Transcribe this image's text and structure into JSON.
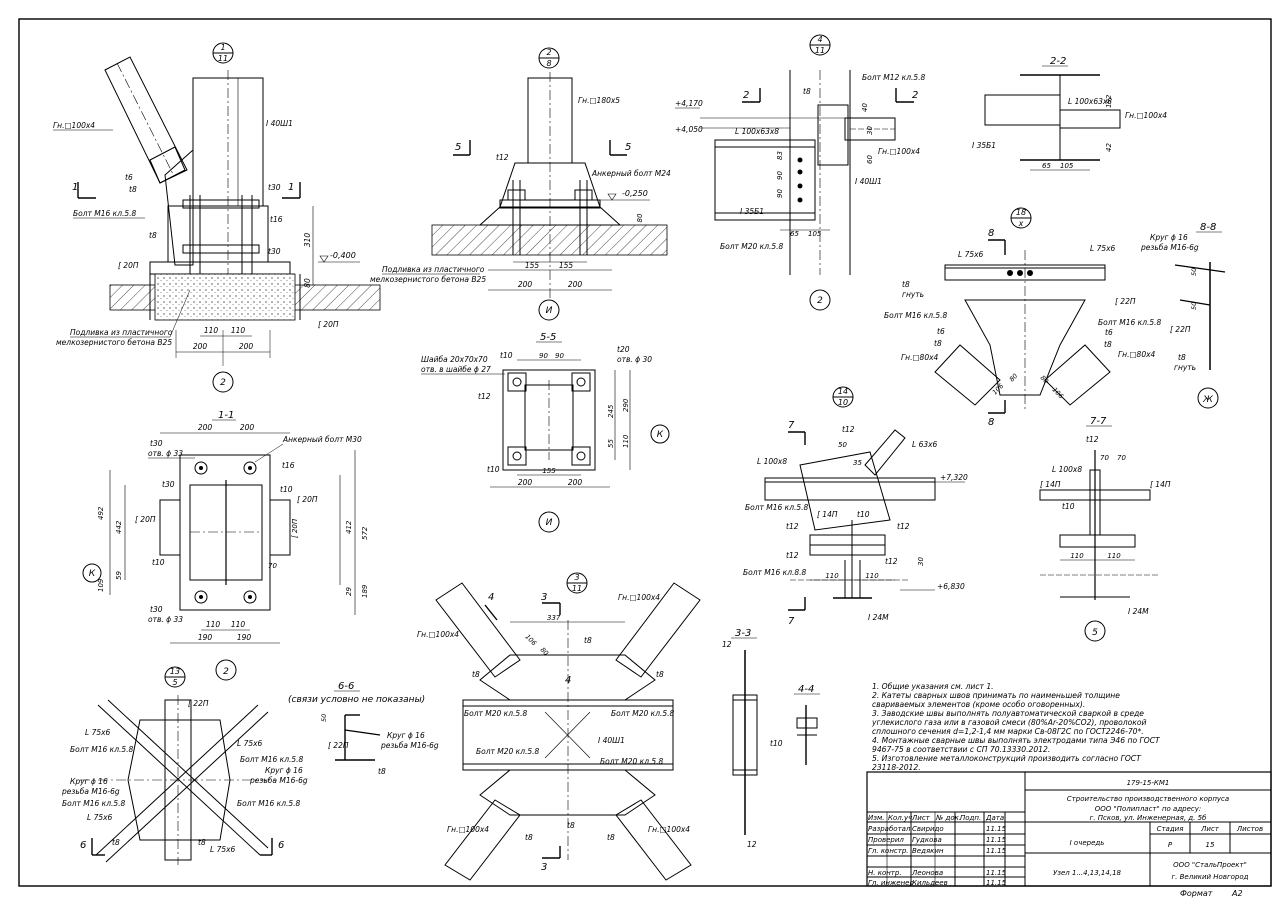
{
  "sheet": {
    "views": {
      "v1": {
        "circle_top": "1",
        "circle_bottom": "11",
        "bolt": "Болт М16 кл.5.8",
        "tube": "Гн.□100х4",
        "t6": "t6",
        "t8a": "t8",
        "t8b": "t8",
        "t30a": "t30",
        "t30b": "t30",
        "t16": "t16",
        "col": "I 40Ш1",
        "ch": "[ 20П",
        "ch2": "[ 20П",
        "grout": "Подливка из пластичного мелкозернистого бетона В25",
        "elev": "-0,400",
        "d310": "310",
        "d80": "80",
        "d200a": "200",
        "d200b": "200",
        "d110a": "110",
        "d110b": "110",
        "sec": "1",
        "node": "2"
      },
      "v2": {
        "circle_top": "2",
        "circle_bottom": "8",
        "tube": "Гн.□180х5",
        "t12": "t12",
        "anchor": "Анкерный болт М24",
        "elev": "-0,250",
        "grout": "Подливка из пластичного мелкозернистого бетона В25",
        "d155a": "155",
        "d155b": "155",
        "d200a": "200",
        "d200b": "200",
        "d80": "80",
        "sec": "5",
        "node": "И"
      },
      "v4": {
        "circle_top": "4",
        "circle_bottom": "11",
        "bolt12": "Болт М12 кл.5.8",
        "t8": "t8",
        "angle": "L 100х63х8",
        "tube": "Гн.□100х4",
        "col": "I 40Ш1",
        "beam": "I 35Б1",
        "bolt20": "Болт М20 кл.5.8",
        "e1": "+4,170",
        "e2": "+4,050",
        "d40": "40",
        "d30": "30",
        "d60": "60",
        "d90a": "90",
        "d90b": "90",
        "d83": "83",
        "d65": "65",
        "d105": "105",
        "sec": "2",
        "node": "2"
      },
      "s22": {
        "title": "2-2",
        "angle": "L 100х63х8",
        "tube": "Гн.□100х4",
        "beam": "I 35Б1",
        "d192": "192",
        "d65": "65",
        "d105": "105",
        "d42": "42"
      },
      "s11": {
        "title": "1-1",
        "t30a": "t30",
        "hole1": "отв. ϕ 33",
        "t30b": "t30",
        "hole2": "отв. ϕ 33",
        "anchor": "Анкерный болт М30",
        "t16": "t16",
        "t10a": "t10",
        "t10b": "t10",
        "ch": "[ 20П",
        "ch2": "[ 20П",
        "ch3": "[ 20П",
        "d200a": "200",
        "d200b": "200",
        "d190a": "190",
        "d190b": "190",
        "d110a": "110",
        "d110b": "110",
        "d492": "492",
        "d442": "442",
        "d572": "572",
        "d412": "412",
        "d109": "109",
        "d189": "189",
        "d59": "59",
        "d29": "29",
        "d70": "70",
        "node_k": "К",
        "node": "2"
      },
      "s55": {
        "title": "5-5",
        "washer": "Шайба 20х70х70",
        "washer_hole": "отв. в шайбе ϕ 27",
        "t20": "t20",
        "hole": "отв. ϕ 30",
        "t10": "t10",
        "t12": "t12",
        "t10b": "t10",
        "d90a": "90",
        "d90b": "90",
        "d155": "155",
        "d200a": "200",
        "d200b": "200",
        "d245": "245",
        "d290": "290",
        "d55": "55",
        "d110": "110",
        "node_k": "К",
        "node": "И"
      },
      "v18": {
        "circle_top": "18",
        "circle_bottom": "х",
        "title": "8-8",
        "s8": "8",
        "ang1": "L 75х6",
        "ang2": "L 75х6",
        "t8": "t8",
        "bend": "гнуть",
        "ch": "[ 22П",
        "bolt": "Болт М16 кл.5.8",
        "bolt2": "Болт М16 кл.5.8",
        "t6a": "t6",
        "t6b": "t6",
        "t8b": "t8",
        "t8c": "t8",
        "tube1": "Гн.□80х4",
        "tube2": "Гн.□80х4",
        "d106a": "106",
        "d106b": "106",
        "d80a": "80",
        "d80b": "80"
      },
      "s88": {
        "title": "8-8",
        "round": "Круг ϕ 16",
        "thread": "резьба М16-6g",
        "ch": "[ 22П",
        "t8": "t8",
        "bend": "гнуть",
        "d50a": "50",
        "d50b": "50",
        "node": "Ж"
      },
      "v14": {
        "circle_top": "14",
        "circle_bottom": "10",
        "t12a": "t12",
        "ang": "L 63х6",
        "ang2": "L 100х8",
        "d50": "50",
        "d35": "35",
        "e1": "+7,320",
        "bolt16": "Болт М16 кл.5.8",
        "ch": "[ 14П",
        "t10": "t10",
        "t12b": "t12",
        "t12c": "t12",
        "t12d": "t12",
        "t12e": "t12",
        "bolt88": "Болт М16 кл.8.8",
        "d110a": "110",
        "d110b": "110",
        "d30": "30",
        "e2": "+6,830",
        "beam": "I 24М",
        "sec": "7"
      },
      "s77": {
        "title": "7-7",
        "t12": "t12",
        "ang": "L 100х8",
        "d70a": "70",
        "d70b": "70",
        "ch1": "[ 14П",
        "ch2": "[ 14П",
        "t10": "t10",
        "d110a": "110",
        "d110b": "110",
        "beam": "I 24М",
        "node": "5"
      },
      "v13": {
        "circle_top": "13",
        "circle_bottom": "5",
        "ch": "[ 22П",
        "ang1": "L 75х6",
        "ang2": "L 75х6",
        "ang3": "L 75х6",
        "ang4": "L 75х6",
        "bolt1": "Болт М16 кл.5.8",
        "bolt2": "Болт М16 кл.5.8",
        "bolt3": "Болт М16 кл.5.8",
        "bolt4": "Болт М16 кл.5.8",
        "round1": "Круг ϕ 16",
        "thread1": "резьба М16-6g",
        "round2": "Круг ϕ 16",
        "thread2": "резьба М16-6g",
        "t8a": "t8",
        "t8b": "t8",
        "s6a": "6",
        "s6b": "6"
      },
      "s66": {
        "title": "6-6",
        "sub": "(связи условно не показаны)",
        "d50": "50",
        "ch": "[ 22П",
        "round": "Круг ϕ 16",
        "thread": "резьба М16-6g",
        "t8": "t8"
      },
      "v3": {
        "circle_top": "3",
        "circle_bottom": "11",
        "s3a": "3",
        "s3b": "3",
        "s4a": "4",
        "s4b": "4",
        "tube1": "Гн.□100х4",
        "tube2": "Гн.□100х4",
        "tube3": "Гн.□100х4",
        "tube4": "Гн.□100х4",
        "d337": "337",
        "d106": "106",
        "d80": "80",
        "t8a": "t8",
        "t8b": "t8",
        "t8c": "t8",
        "t8d": "t8",
        "t8e": "t8",
        "t8f": "t8",
        "bolt1": "Болт М20 кл.5.8",
        "bolt2": "Болт М20 кл.5.8",
        "bolt3": "Болт М20 кл.5.8",
        "bolt4": "Болт М20 кл.5.8",
        "beam": "I 40Ш1"
      },
      "s33": {
        "title": "3-3",
        "t12a": "12",
        "t12b": "12",
        "t10": "t10"
      },
      "s44": {
        "title": "4-4"
      }
    },
    "notes": [
      "1. Общие указания см. лист 1.",
      "2. Катеты сварных швов принимать по наименьшей толщине",
      "свариваемых элементов (кроме особо оговоренных).",
      "3. Заводские швы выполнять полуавтоматической сваркой в среде",
      "углекислого газа или в газовой смеси (80%Ar-20%CO2), проволокой",
      "сплошного сечения d=1,2-1,4  мм марки Св-08Г2С по ГОСТ2246-70*.",
      "4. Монтажные сварные швы выполнять электродами типа Э46 по ГОСТ",
      "9467-75 в соответствии с СП 70.13330.2012.",
      "5. Изготовление металлоконструкций производить согласно ГОСТ",
      "23118-2012."
    ],
    "stamp": {
      "code": "179-15-КМ1",
      "project_line1": "Строительство производственного корпуса",
      "project_line2": "ООО \"Полипласт\" по адресу:",
      "project_line3": "г. Псков, ул. Инженерная, д. 5б",
      "headers": [
        "Изм.",
        "Кол.уч",
        "Лист",
        "№ док.",
        "Подп.",
        "Дата"
      ],
      "rows": [
        {
          "role": "Разработал",
          "name": "Свиридо",
          "date": "11.15"
        },
        {
          "role": "Проверил",
          "name": "Гудкова",
          "date": "11.15"
        },
        {
          "role": "Гл. констр.",
          "name": "Ведякин",
          "date": "11.15"
        },
        {
          "role": "",
          "name": "",
          "date": ""
        },
        {
          "role": "Н. контр.",
          "name": "Леонова",
          "date": "11.15"
        },
        {
          "role": "Гл. инженер",
          "name": "Кильдеев",
          "date": "11.15"
        }
      ],
      "stage_header": "Стадия",
      "sheet_header": "Лист",
      "sheets_header": "Листов",
      "stage": "Р",
      "sheet": "15",
      "sheets": "",
      "phase": "I очередь",
      "content": "Узел 1...4,13,14,18",
      "company": "ООО \"СтальПроект\"",
      "city": "г. Великий Новгород",
      "format_label": "Формат",
      "format": "А2"
    }
  }
}
